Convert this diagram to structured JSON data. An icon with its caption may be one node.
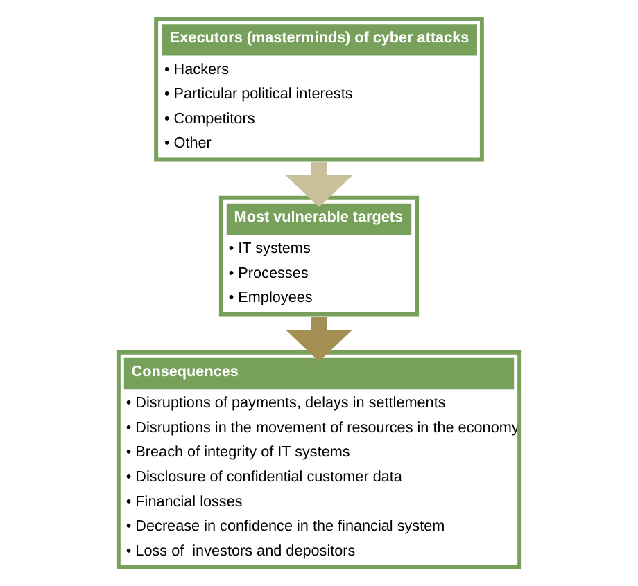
{
  "diagram": {
    "nodes": [
      {
        "text": [
          "Executors (masterminds) of cyber attacks",
          "• Hackers",
          "• Particular political interests",
          "• Competitors",
          "• Other"
        ]
      },
      {
        "text": [
          "Most vulnerable targets",
          "• IT systems",
          "• Processes",
          "• Employees"
        ]
      },
      {
        "text": [
          "Consequences",
          "• Disruptions of payments, delays in settlements",
          "• Disruptions in the movement of resources in the economy",
          "• Breach of integrity of IT systems",
          "• Disclosure of confidential customer data",
          "• Financial losses",
          "• Decrease in confidence in the financial system",
          "• Loss of  investors and depositors"
        ]
      }
    ],
    "edges": [
      {
        "from": 0,
        "to": 1,
        "arrow": "to",
        "color": "#c9bf9b"
      },
      {
        "from": 1,
        "to": 2,
        "arrow": "to",
        "color": "#a38f52"
      }
    ]
  }
}
